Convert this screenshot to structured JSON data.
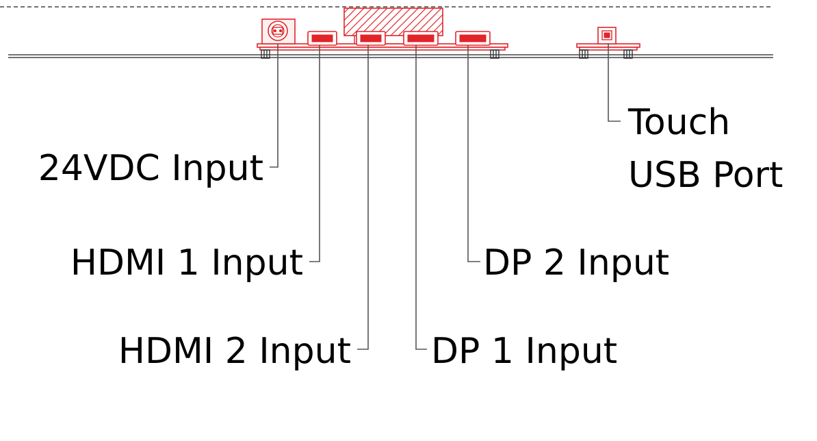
{
  "colors": {
    "connector": "#e0242a",
    "leader_line": "#555555",
    "label_text": "#000000",
    "panel_line": "#444444"
  },
  "labels": {
    "power": "24VDC Input",
    "hdmi1": "HDMI 1 Input",
    "hdmi2": "HDMI 2 Input",
    "dp1": "DP 1 Input",
    "dp2": "DP 2 Input",
    "touch_line1": "Touch",
    "touch_line2": "USB Port"
  },
  "icons": {
    "power": "dc-power-jack-icon",
    "hdmi": "hdmi-port-icon",
    "displayport": "displayport-icon",
    "usb": "usb-b-port-icon"
  }
}
